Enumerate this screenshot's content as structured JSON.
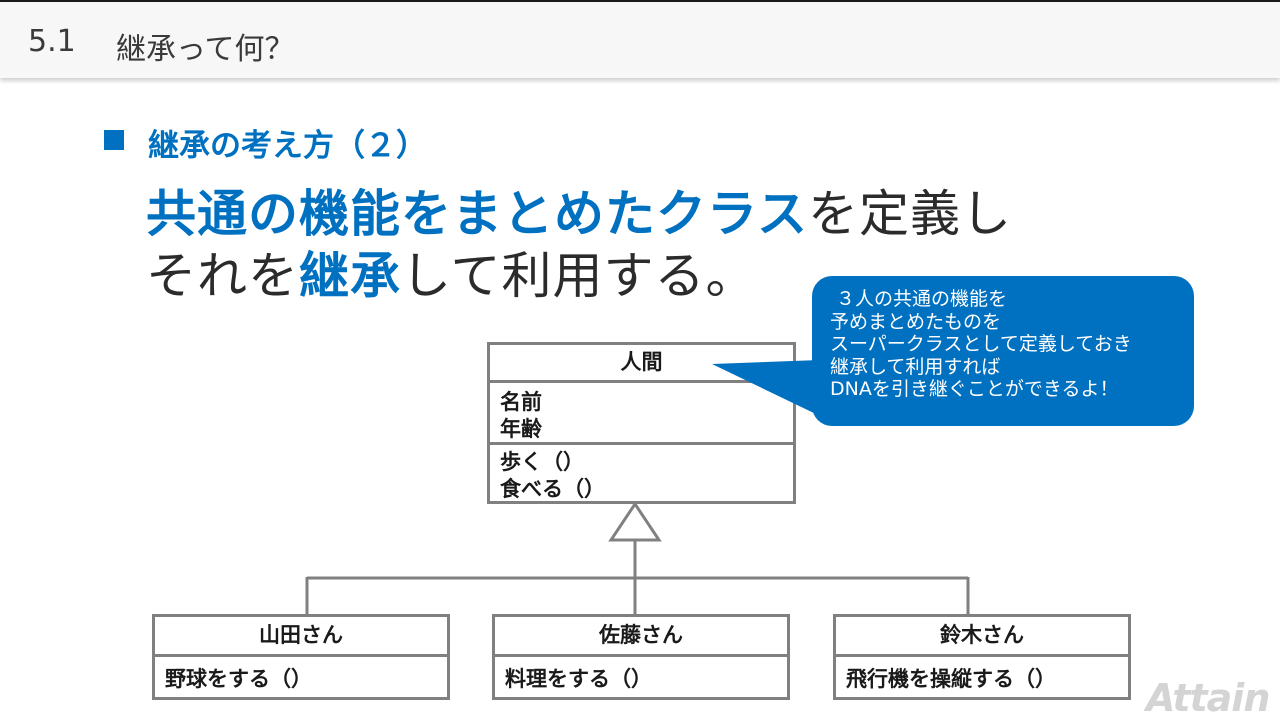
{
  "header": {
    "section_number": "5.1",
    "title": "継承って何？"
  },
  "subheading": "継承の考え方（２）",
  "lead": {
    "line1_highlight": "共通の機能をまとめたクラス",
    "line1_rest": "を定義し",
    "line2_prefix": "それを",
    "line2_highlight": "継承",
    "line2_rest": "して利用する。"
  },
  "callout": {
    "lines": [
      "３人の共通の機能を",
      "予めまとめたものを",
      "スーパークラスとして定義しておき",
      "継承して利用すれば",
      "DNAを引き継ぐことができるよ！"
    ]
  },
  "diagram": {
    "superclass": {
      "name": "人間",
      "attributes": [
        "名前",
        "年齢"
      ],
      "operations": [
        "歩く（）",
        "食べる（）"
      ]
    },
    "subclasses": [
      {
        "name": "山田さん",
        "operation": "野球をする（）"
      },
      {
        "name": "佐藤さん",
        "operation": "料理をする（）"
      },
      {
        "name": "鈴木さん",
        "operation": "飛行機を操縦する（）"
      }
    ]
  },
  "logo_text": "Attain",
  "colors": {
    "accent": "#0070c0",
    "line": "#808080",
    "text": "#2b2b2b"
  }
}
